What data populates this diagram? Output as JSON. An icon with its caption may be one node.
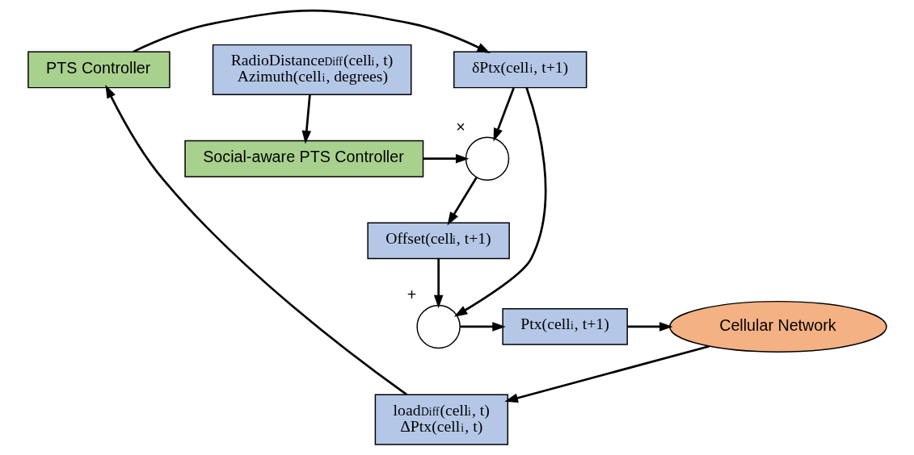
{
  "diagram": {
    "nodes": [
      {
        "text": [
          "PTS Controller"
        ]
      },
      {
        "text": [
          "δPtx(cell$_{i}$, t+1)"
        ]
      },
      {
        "text": [
          "Social-aware PTS Controller"
        ]
      },
      {
        "text": [],
        "shape": "circle",
        "beside": [
          "×"
        ]
      },
      {
        "text": [
          "load$_{Diff}$(cell$_{i}$, t)",
          "ΔPtx(cell$_{i}$, t)"
        ]
      },
      {
        "text": [
          "Offset(cell$_{i}$, t+1)"
        ]
      },
      {
        "text": [
          "RadioDistance$_{Diff}$(cell$_{i}$, t)",
          "Azimuth(cell$_{i}$, degrees)"
        ]
      },
      {
        "text": [
          "Cellular Network"
        ]
      },
      {
        "text": [
          "Ptx(cell$_{i}$, t+1)"
        ]
      },
      {
        "text": [],
        "shape": "circle",
        "beside": [
          "+"
        ]
      }
    ],
    "edges": [
      {
        "from": 0,
        "to": 1,
        "arrow": "to"
      },
      {
        "from": 1,
        "to": 3,
        "arrow": "to"
      },
      {
        "from": 2,
        "to": 3,
        "arrow": "to"
      },
      {
        "from": 3,
        "to": 5,
        "arrow": "to"
      },
      {
        "from": 6,
        "to": 2,
        "arrow": "to"
      },
      {
        "from": 4,
        "to": 0,
        "arrow": "to"
      },
      {
        "from": 7,
        "to": 4,
        "arrow": "to"
      },
      {
        "from": 1,
        "to": 9,
        "arrow": "to"
      },
      {
        "from": 5,
        "to": 9,
        "arrow": "to"
      },
      {
        "from": 9,
        "to": 8,
        "arrow": "to"
      },
      {
        "from": 8,
        "to": 7,
        "arrow": "to"
      }
    ]
  }
}
